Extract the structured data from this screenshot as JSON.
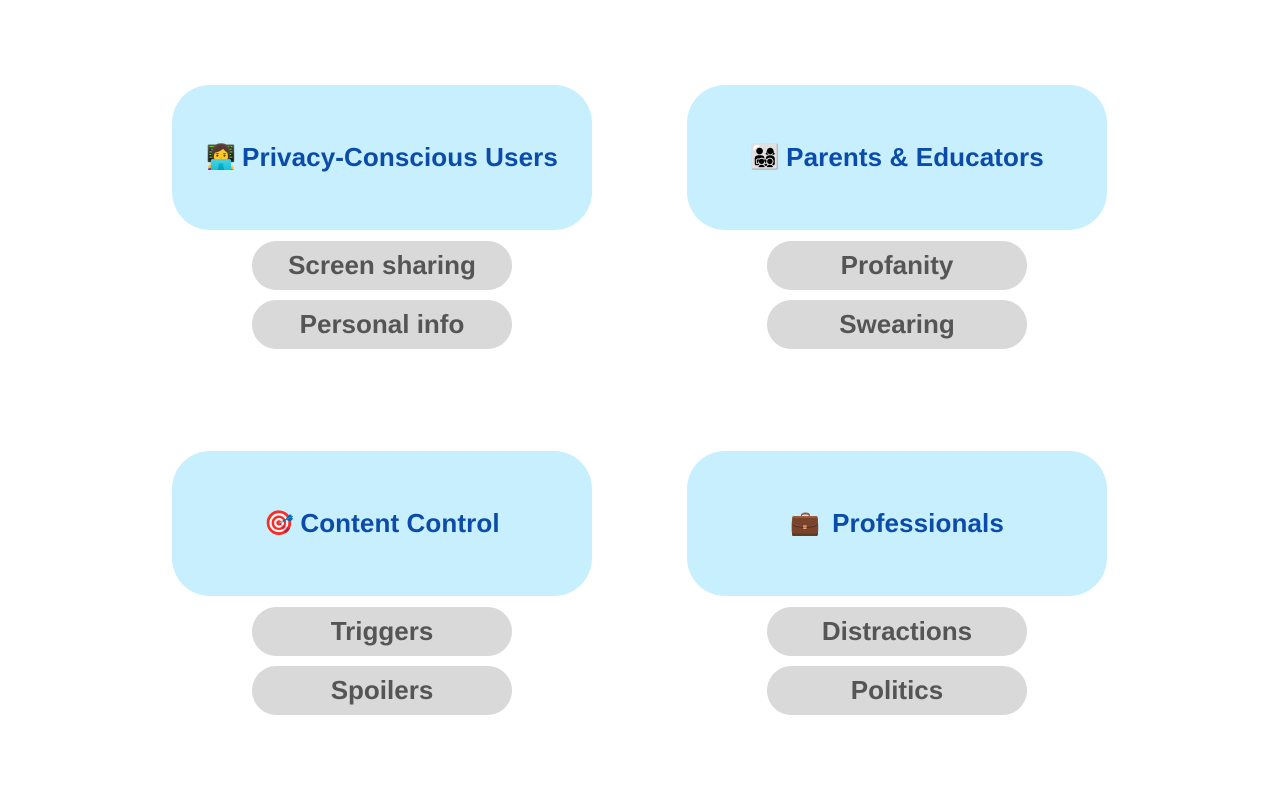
{
  "colors": {
    "card_bg": "#c8effe",
    "card_text": "#0b4cab",
    "pill_bg": "#d9d9d9",
    "pill_text": "#555555",
    "background": "#ffffff"
  },
  "groups": [
    {
      "icon": "👩‍💻",
      "icon_name": "woman-technologist-icon",
      "title": "Privacy-Conscious Users",
      "tags": [
        "Screen sharing",
        "Personal info"
      ]
    },
    {
      "icon": "👨‍👩‍👧‍👦",
      "icon_name": "family-icon",
      "title": "Parents & Educators",
      "tags": [
        "Profanity",
        "Swearing"
      ]
    },
    {
      "icon": "🎯",
      "icon_name": "target-icon",
      "title": "Content Control",
      "tags": [
        "Triggers",
        "Spoilers"
      ]
    },
    {
      "icon": "💼",
      "icon_name": "briefcase-icon",
      "title": "Professionals",
      "tags": [
        "Distractions",
        "Politics"
      ]
    }
  ]
}
